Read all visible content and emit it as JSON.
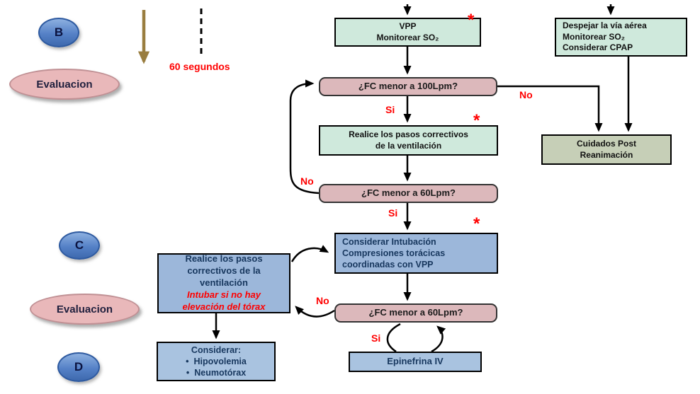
{
  "palette": {
    "teal_box": "#cfe9dc",
    "olive_box": "#c6cfb7",
    "pink_box": "#dcb8bb",
    "blue_box": "#9cb7da",
    "blue_box_light": "#a9c3e0",
    "stage_ellipse_blue": "#4a77c0",
    "evaluation_ellipse_pink": "#e9b8ba",
    "accent_red": "#ff0000",
    "olive_arrow": "#997d3f",
    "connector_black": "#000000"
  },
  "stages": {
    "b": "B",
    "c": "C",
    "d": "D"
  },
  "evaluations": {
    "first": "Evaluacion",
    "second": "Evaluacion"
  },
  "timer_label": "60 segundos",
  "labels": {
    "yes": "Si",
    "no": "No",
    "asterisk": "*",
    "bullet": "•"
  },
  "nodes": {
    "vpp": {
      "lines": [
        "VPP",
        "Monitorear SO₂"
      ]
    },
    "despejar": {
      "lines": [
        "Despejar la vía aérea",
        "Monitorear SO₂",
        "Considerar CPAP"
      ]
    },
    "fc100": {
      "text": "¿FC menor a 100Lpm?"
    },
    "pasos_ventilacion": {
      "lines": [
        "Realice los pasos correctivos",
        "de la ventilación"
      ]
    },
    "fc60_first": {
      "text": "¿FC menor a 60Lpm?"
    },
    "cuidados": {
      "lines": [
        "Cuidados Post",
        "Reanimación"
      ]
    },
    "intubacion": {
      "lines": [
        "Considerar Intubación",
        "Compresiones torácicas",
        "coordinadas con VPP"
      ]
    },
    "pasos_correctivos": {
      "lines": [
        "Realice los pasos",
        "correctivos de la",
        "ventilación"
      ],
      "warning_lines": [
        "Intubar si no hay",
        "elevación del tórax"
      ]
    },
    "fc60_second": {
      "text": "¿FC menor a 60Lpm?"
    },
    "epinefrina": {
      "text": "Epinefrina IV"
    },
    "considerar": {
      "title": "Considerar:",
      "items": [
        "Hipovolemia",
        "Neumotórax"
      ]
    }
  }
}
